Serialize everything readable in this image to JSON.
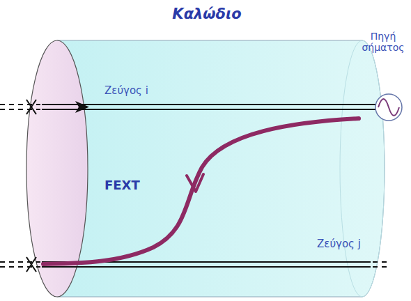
{
  "diagram": {
    "title": "Καλώδιο",
    "labels": [
      "Πηγή σήματος",
      "Ζεύγος i",
      "FEXT",
      "Ζεύγος j"
    ]
  }
}
